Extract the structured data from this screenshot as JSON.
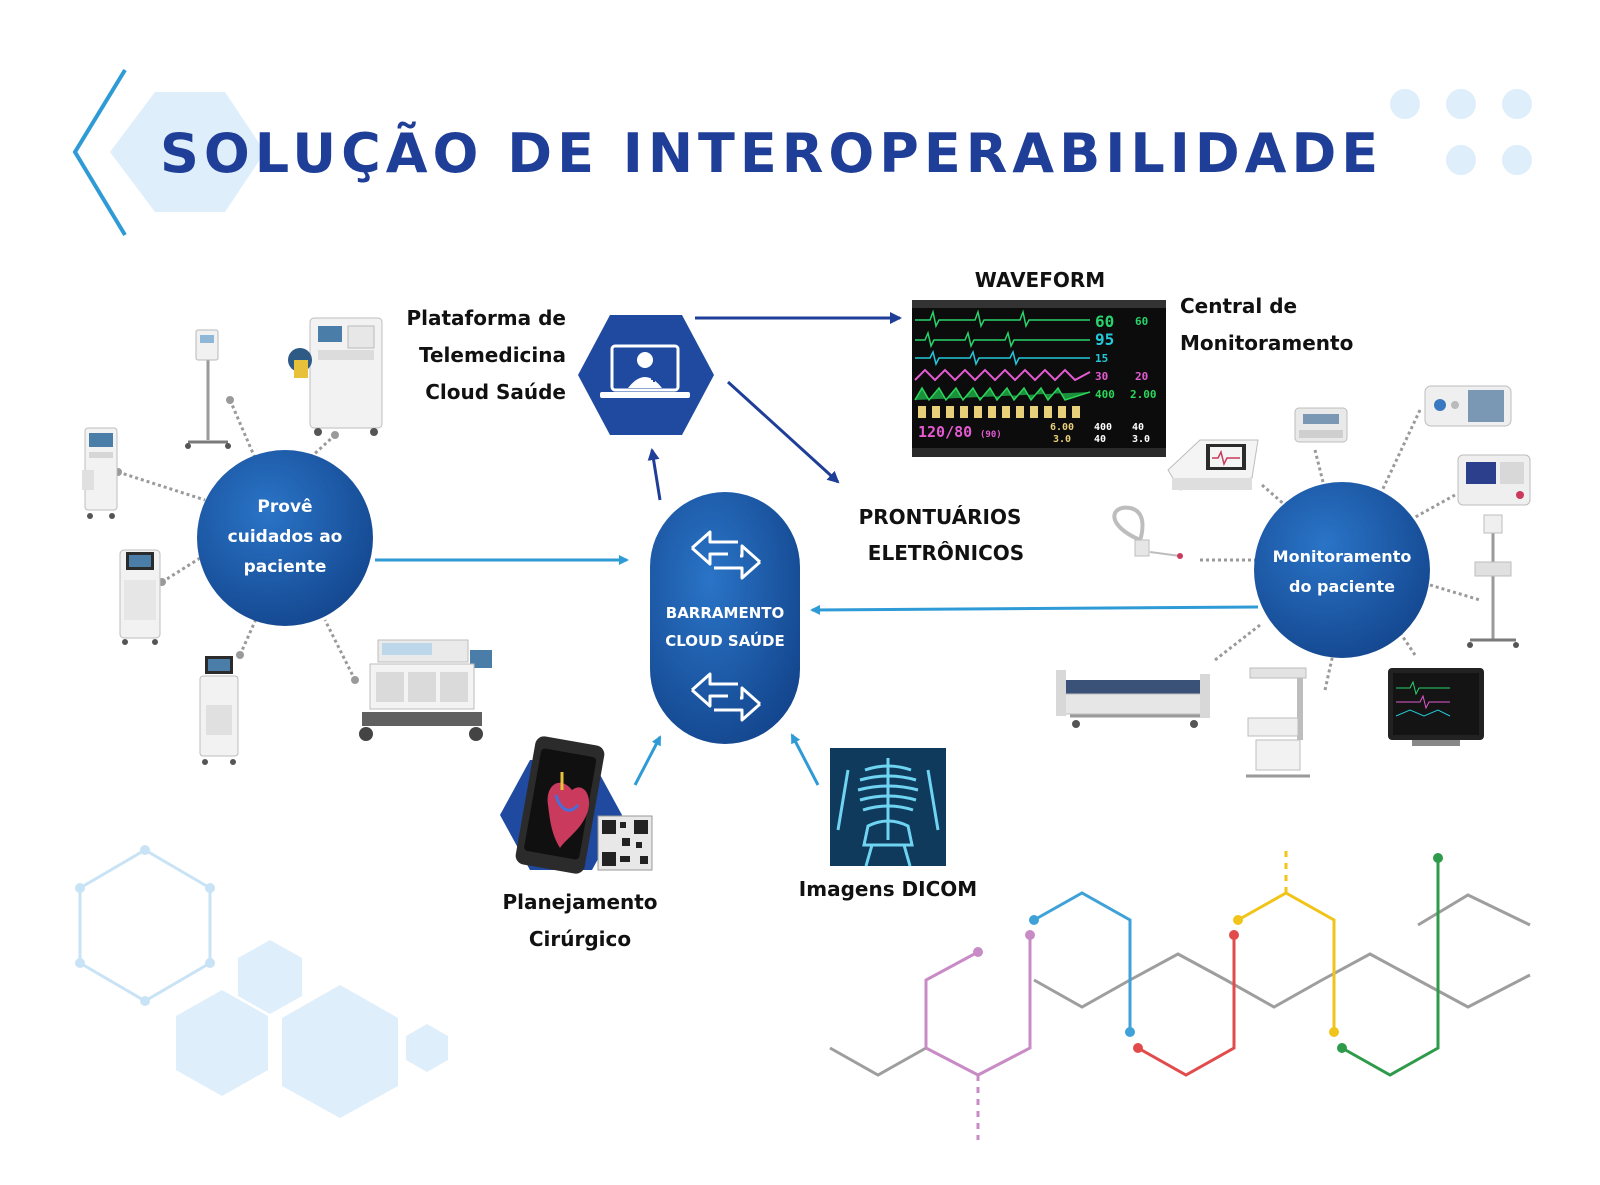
{
  "title": "SOLUÇÃO DE INTEROPERABILIDADE",
  "nodes": {
    "care": {
      "line1": "Provê",
      "line2": "cuidados ao",
      "line3": "paciente"
    },
    "bus": {
      "line1": "BARRAMENTO",
      "line2": "CLOUD SAÚDE"
    },
    "monitoring": {
      "line1": "Monitoramento",
      "line2": "do paciente"
    },
    "telemedicine": {
      "line1": "Plataforma de",
      "line2": "Telemedicina",
      "line3": "Cloud Saúde"
    },
    "waveform": {
      "label": "WAVEFORM"
    },
    "central": {
      "line1": "Central de",
      "line2": "Monitoramento"
    },
    "records": {
      "line1": "PRONTUÁRIOS",
      "line2": "ELETRÔNICOS"
    },
    "surgical": {
      "line1": "Planejamento",
      "line2": "Cirúrgico"
    },
    "dicom": {
      "label": "Imagens DICOM"
    }
  },
  "monitor_readout": {
    "hr": "60",
    "spo2": "95",
    "rr": "15",
    "v30": "30",
    "v400": "400",
    "r60": "60",
    "r20": "20",
    "r200": "2.00",
    "bp": "120/80",
    "bp_mean": "(90)",
    "etco2": "6.00",
    "etco2b": "3.0",
    "b400": "400",
    "b40": "40",
    "b40b": "40",
    "b30": "3.0"
  },
  "colors": {
    "primary": "#1b57a7",
    "title": "#1f3e98",
    "light_hex": "#deeefa",
    "arrow_light": "#2f9bd6",
    "arrow_dark": "#1f3e98"
  }
}
